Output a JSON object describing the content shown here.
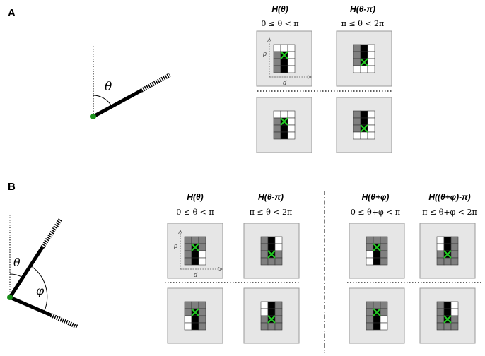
{
  "panel_a": {
    "letter": "A",
    "angle_label": "θ",
    "columns": [
      {
        "title": "H(θ)",
        "range": "0 ≤ θ < π"
      },
      {
        "title": "H(θ-π)",
        "range": "π ≤ θ < 2π"
      }
    ],
    "axis_labels": {
      "p": "p",
      "d": "d"
    },
    "grids": [
      [
        [
          "w",
          "w",
          "w"
        ],
        [
          "g",
          "k",
          "w"
        ],
        [
          "g",
          "k",
          "w"
        ],
        [
          "g",
          "k",
          "w"
        ]
      ],
      [
        [
          "g",
          "k",
          "w"
        ],
        [
          "g",
          "k",
          "w"
        ],
        [
          "g",
          "k",
          "w"
        ],
        [
          "w",
          "w",
          "w"
        ]
      ],
      [
        [
          "w",
          "w",
          "w"
        ],
        [
          "g",
          "k",
          "w"
        ],
        [
          "g",
          "k",
          "w"
        ],
        [
          "g",
          "k",
          "w"
        ]
      ],
      [
        [
          "g",
          "k",
          "w"
        ],
        [
          "g",
          "k",
          "w"
        ],
        [
          "g",
          "k",
          "w"
        ],
        [
          "w",
          "w",
          "w"
        ]
      ]
    ]
  },
  "panel_b": {
    "letter": "B",
    "angle_label_1": "θ",
    "angle_label_2": "φ",
    "columns": [
      {
        "title": "H(θ)",
        "range": "0 ≤ θ < π"
      },
      {
        "title": "H(θ-π)",
        "range": "π ≤ θ < 2π"
      },
      {
        "title": "H(θ+φ)",
        "range": "0 ≤ θ+φ < π"
      },
      {
        "title": "H((θ+φ)-π)",
        "range": "π ≤ θ+φ < 2π"
      }
    ],
    "axis_labels": {
      "p": "p",
      "d": "d"
    },
    "grids": [
      [
        [
          "g",
          "g",
          "g"
        ],
        [
          "g",
          "k",
          "g"
        ],
        [
          "g",
          "k",
          "w"
        ],
        [
          "g",
          "k",
          "w"
        ]
      ],
      [
        [
          "g",
          "k",
          "w"
        ],
        [
          "g",
          "k",
          "w"
        ],
        [
          "g",
          "k",
          "g"
        ],
        [
          "g",
          "g",
          "g"
        ]
      ],
      [
        [
          "g",
          "g",
          "g"
        ],
        [
          "g",
          "k",
          "g"
        ],
        [
          "w",
          "k",
          "g"
        ],
        [
          "w",
          "k",
          "g"
        ]
      ],
      [
        [
          "w",
          "k",
          "g"
        ],
        [
          "w",
          "k",
          "g"
        ],
        [
          "g",
          "k",
          "g"
        ],
        [
          "g",
          "g",
          "g"
        ]
      ],
      [
        [
          "g",
          "g",
          "g"
        ],
        [
          "g",
          "k",
          "g"
        ],
        [
          "w",
          "k",
          "g"
        ],
        [
          "w",
          "k",
          "g"
        ]
      ],
      [
        [
          "w",
          "k",
          "g"
        ],
        [
          "w",
          "k",
          "g"
        ],
        [
          "g",
          "k",
          "g"
        ],
        [
          "g",
          "g",
          "g"
        ]
      ],
      [
        [
          "g",
          "g",
          "g"
        ],
        [
          "g",
          "k",
          "g"
        ],
        [
          "g",
          "k",
          "w"
        ],
        [
          "g",
          "k",
          "w"
        ]
      ],
      [
        [
          "g",
          "k",
          "w"
        ],
        [
          "g",
          "k",
          "w"
        ],
        [
          "g",
          "k",
          "g"
        ],
        [
          "g",
          "g",
          "g"
        ]
      ]
    ]
  },
  "colors": {
    "cell_white": "#ffffff",
    "cell_gray": "#808080",
    "cell_black": "#000000",
    "box_fill": "#e6e6e6",
    "box_stroke": "#9a9a9a",
    "marker": "#22cc22",
    "pivot": "#1a8f1a"
  },
  "icons": {
    "marker": "x-marker-icon",
    "pivot": "pivot-dot-icon"
  }
}
